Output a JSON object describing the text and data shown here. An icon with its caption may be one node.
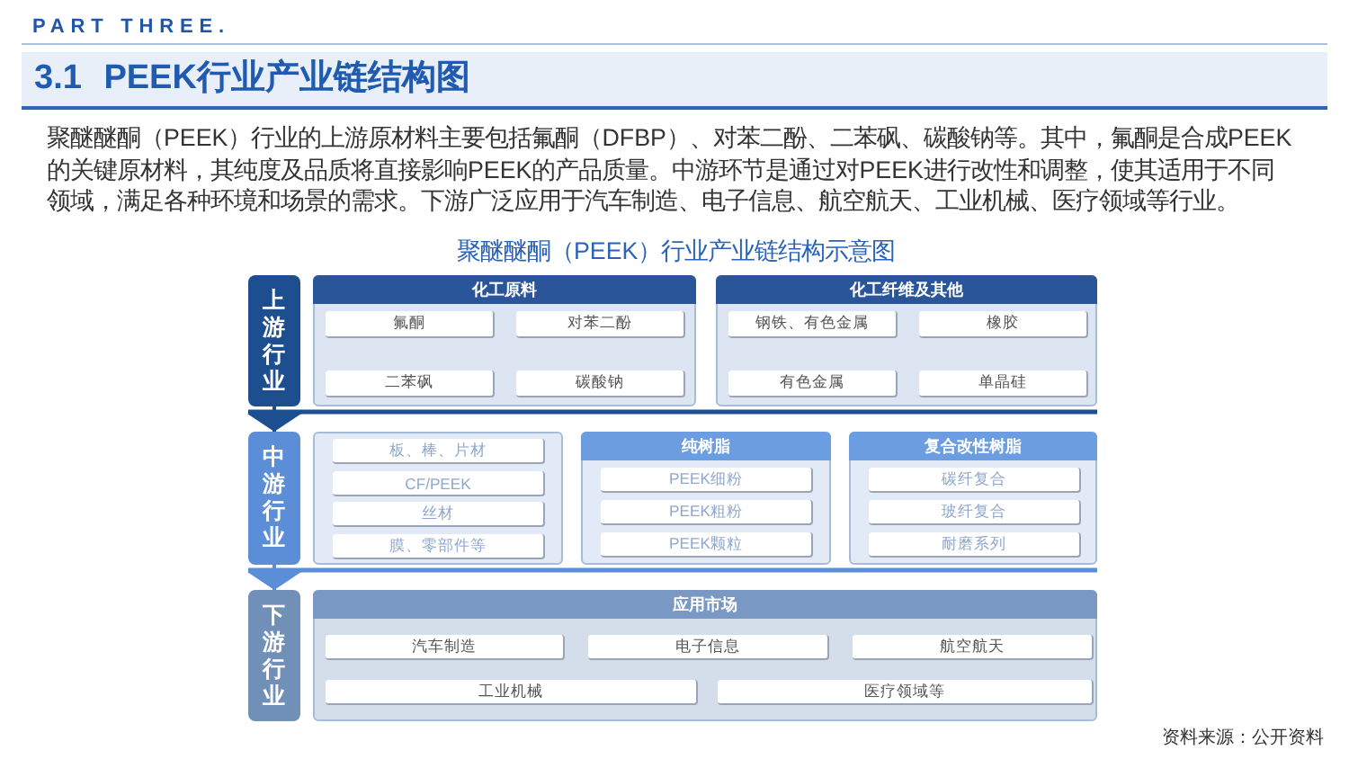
{
  "diagram": {
    "title": "聚醚醚酮（PEEK）行业产业链结构示意图",
    "caption": "资料来源：公开资料",
    "labels": [
      "PART THREE.",
      "3.1 PEEK行业产业链结构图",
      "聚醚醚酮（PEEK）行业的上游原材料主要包括氟酮（DFBP）、对苯二酚、二苯砜、碳酸钠等。其中，氟酮是合成PEEK的关键原材料，其纯度及品质将直接影响PEEK的产品质量。中游环节是通过对PEEK进行改性和调整，使其适用于不同领域，满足各种环境和场景的需求。下游广泛应用于汽车制造、电子信息、航空航天、工业机械、医疗领域等行业。"
    ],
    "nodes": [
      {
        "text": [
          "上游行业"
        ]
      },
      {
        "text": [
          "化工原料"
        ]
      },
      {
        "text": [
          "氟酮"
        ],
        "in": 1
      },
      {
        "text": [
          "对苯二酚"
        ],
        "in": 1
      },
      {
        "text": [
          "二苯砜"
        ],
        "in": 1
      },
      {
        "text": [
          "碳酸钠"
        ],
        "in": 1
      },
      {
        "text": [
          "化工纤维及其他"
        ]
      },
      {
        "text": [
          "钢铁、有色金属"
        ],
        "in": 6
      },
      {
        "text": [
          "橡胶"
        ],
        "in": 6
      },
      {
        "text": [
          "有色金属"
        ],
        "in": 6
      },
      {
        "text": [
          "单晶硅"
        ],
        "in": 6
      },
      {
        "text": [
          "中游行业"
        ]
      },
      {
        "text": [],
        "shape": "box"
      },
      {
        "text": [
          "板、棒、片材"
        ],
        "in": 12
      },
      {
        "text": [
          "CF/PEEK"
        ],
        "in": 12
      },
      {
        "text": [
          "丝材"
        ],
        "in": 12
      },
      {
        "text": [
          "膜、零部件等"
        ],
        "in": 12
      },
      {
        "text": [
          "纯树脂"
        ]
      },
      {
        "text": [
          "PEEK细粉"
        ],
        "in": 17
      },
      {
        "text": [
          "PEEK粗粉"
        ],
        "in": 17
      },
      {
        "text": [
          "PEEK颗粒"
        ],
        "in": 17
      },
      {
        "text": [
          "复合改性树脂"
        ]
      },
      {
        "text": [
          "碳纤复合"
        ],
        "in": 21
      },
      {
        "text": [
          "玻纤复合"
        ],
        "in": 21
      },
      {
        "text": [
          "耐磨系列"
        ],
        "in": 21
      },
      {
        "text": [
          "下游行业"
        ]
      },
      {
        "text": [
          "应用市场"
        ]
      },
      {
        "text": [
          "汽车制造"
        ],
        "in": 26
      },
      {
        "text": [
          "电子信息"
        ],
        "in": 26
      },
      {
        "text": [
          "航空航天"
        ],
        "in": 26
      },
      {
        "text": [
          "工业机械"
        ],
        "in": 26
      },
      {
        "text": [
          "医疗领域等"
        ],
        "in": 26
      }
    ],
    "edges": [
      {
        "from": 0,
        "to": 11,
        "arrow": "to",
        "color": "#1d4e8f"
      },
      {
        "from": 11,
        "to": 25,
        "arrow": "to",
        "color": "#5b8ed6"
      }
    ]
  }
}
